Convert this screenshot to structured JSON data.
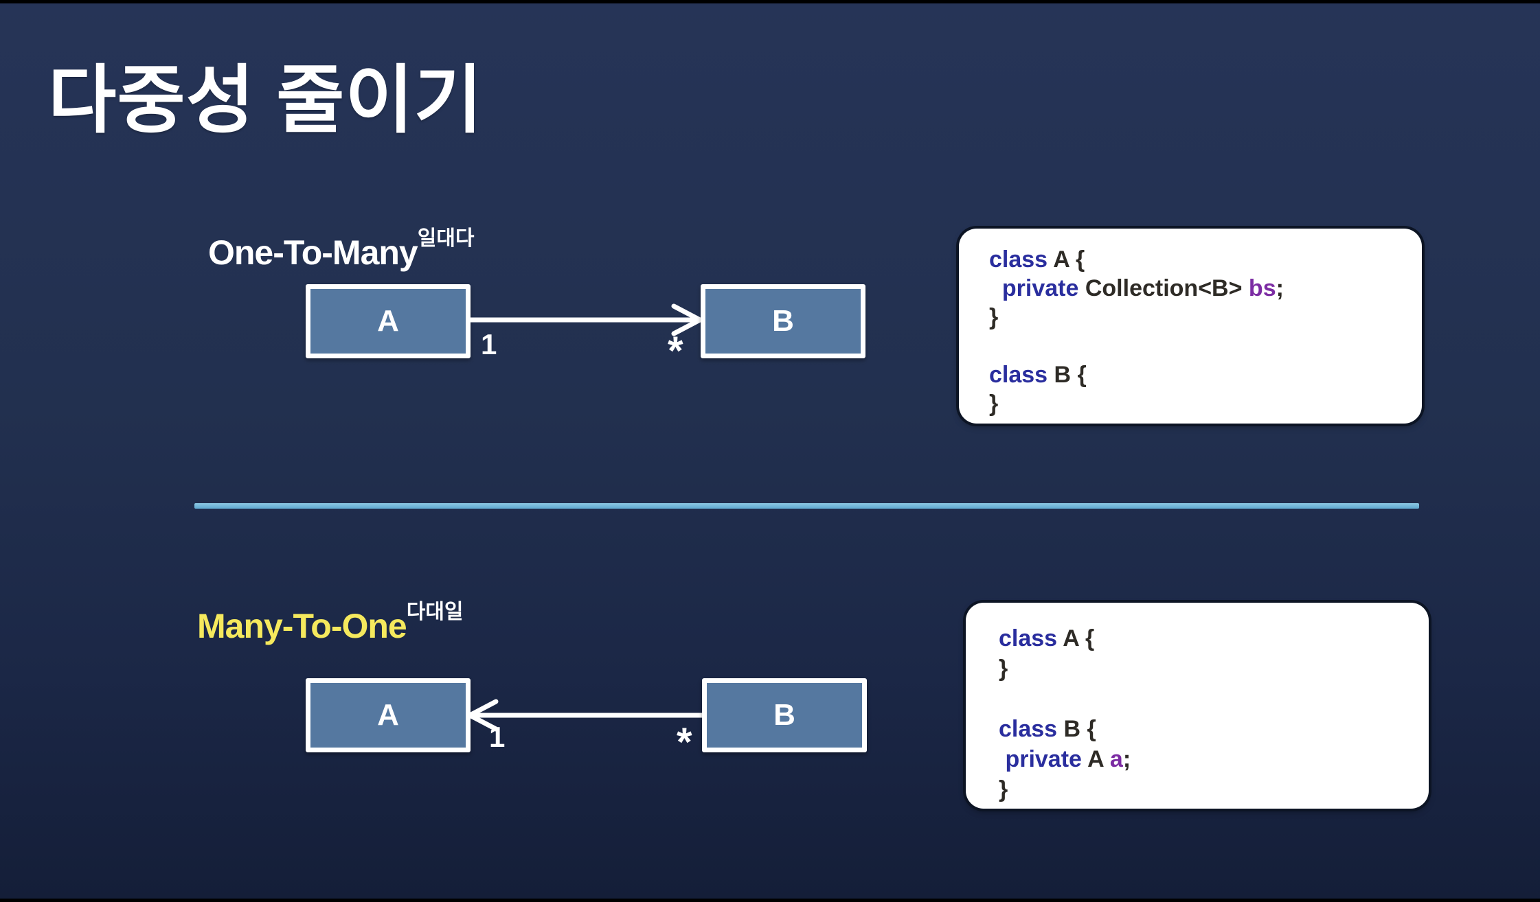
{
  "slide": {
    "title": "다중성 줄이기",
    "colors": {
      "background_top": "#263457",
      "background_bottom": "#141e38",
      "letterbox": "#000000",
      "box_fill": "#5578a0",
      "box_border": "#ffffff",
      "divider_blue": "#5fa8cf",
      "heading_white": "#ffffff",
      "heading_yellow": "#f5e95d",
      "code_keyword_blue": "#2a2e9e",
      "code_plain_dark": "#2e2b26",
      "code_variable_purple": "#7c2ca3",
      "card_background": "#ffffff"
    },
    "sections": [
      {
        "heading": "One-To-Many",
        "heading_sup": "일대다",
        "arrow_direction": "left-to-right",
        "boxes": {
          "left": "A",
          "right": "B"
        },
        "multiplicities": {
          "near_left": "1",
          "near_right": "*"
        },
        "code_lines": [
          [
            {
              "text": "class ",
              "color": "keyword"
            },
            {
              "text": "A {",
              "color": "plain"
            }
          ],
          [
            {
              "text": "  ",
              "color": "plain"
            },
            {
              "text": "private ",
              "color": "keyword"
            },
            {
              "text": "Collection<B> ",
              "color": "plain"
            },
            {
              "text": "bs",
              "color": "variable"
            },
            {
              "text": ";",
              "color": "plain"
            }
          ],
          [
            {
              "text": "}",
              "color": "plain"
            }
          ],
          [
            {
              "text": "",
              "color": "plain"
            }
          ],
          [
            {
              "text": "class ",
              "color": "keyword"
            },
            {
              "text": "B {",
              "color": "plain"
            }
          ],
          [
            {
              "text": "}",
              "color": "plain"
            }
          ]
        ]
      },
      {
        "heading": "Many-To-One",
        "heading_sup": "다대일",
        "arrow_direction": "right-to-left",
        "boxes": {
          "left": "A",
          "right": "B"
        },
        "multiplicities": {
          "near_left": "1",
          "near_right": "*"
        },
        "code_lines": [
          [
            {
              "text": "class ",
              "color": "keyword"
            },
            {
              "text": "A {",
              "color": "plain"
            }
          ],
          [
            {
              "text": "}",
              "color": "plain"
            }
          ],
          [
            {
              "text": "",
              "color": "plain"
            }
          ],
          [
            {
              "text": "class ",
              "color": "keyword"
            },
            {
              "text": "B {",
              "color": "plain"
            }
          ],
          [
            {
              "text": " ",
              "color": "plain"
            },
            {
              "text": "private ",
              "color": "keyword"
            },
            {
              "text": "A ",
              "color": "plain"
            },
            {
              "text": "a",
              "color": "variable"
            },
            {
              "text": ";",
              "color": "plain"
            }
          ],
          [
            {
              "text": "}",
              "color": "plain"
            }
          ]
        ]
      }
    ]
  }
}
